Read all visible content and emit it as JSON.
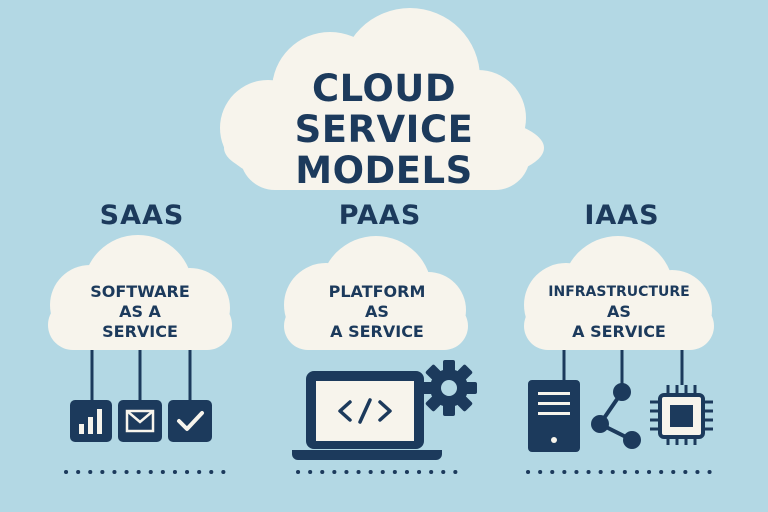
{
  "title": {
    "lines": [
      "CLOUD",
      "SERVICE",
      "MODELS"
    ]
  },
  "models": [
    {
      "abbr": "SAAS",
      "desc_lines": [
        "SOFTWARE",
        "AS A",
        "SERVICE"
      ],
      "icons": [
        "bar-chart-icon",
        "mail-icon",
        "checkmark-icon"
      ]
    },
    {
      "abbr": "PAAS",
      "desc_lines": [
        "PLATFORM",
        "AS",
        "A SERVICE"
      ],
      "icons": [
        "laptop-code-icon",
        "gear-icon"
      ]
    },
    {
      "abbr": "IAAS",
      "desc_lines": [
        "INFRASTRUCTURE",
        "AS",
        "A SERVICE"
      ],
      "icons": [
        "server-icon",
        "network-share-icon",
        "cpu-chip-icon"
      ]
    }
  ],
  "colors": {
    "background": "#b3d8e4",
    "cloud": "#f7f4ec",
    "ink": "#1c3a5c"
  }
}
